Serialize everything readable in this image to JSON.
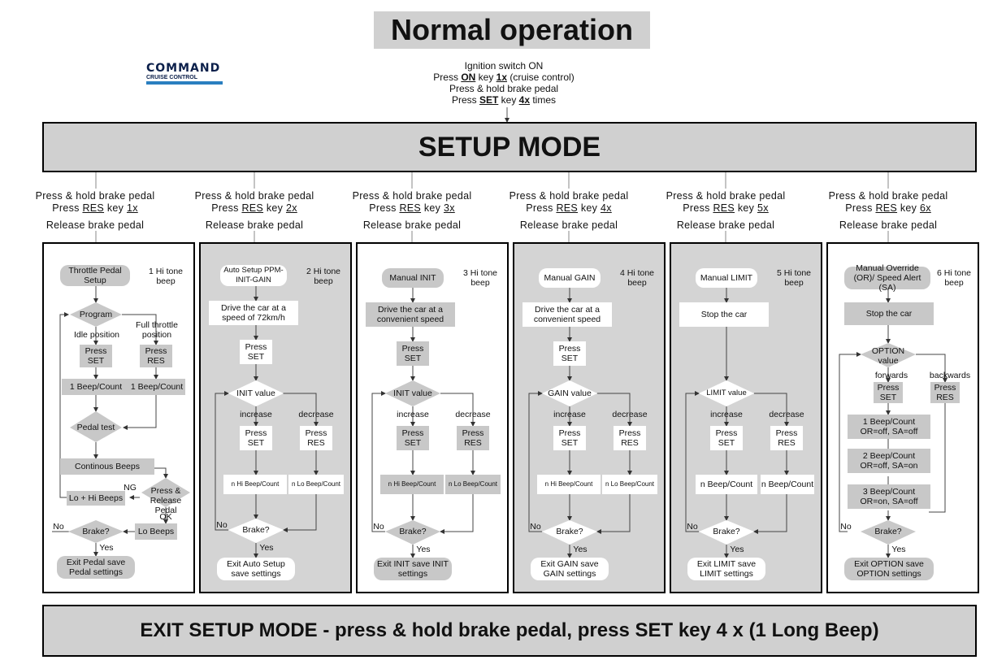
{
  "title": "Normal operation",
  "logo": {
    "line1": "COMMAND",
    "line2": "CRUISE CONTROL"
  },
  "intro": {
    "l1": "Ignition switch ON",
    "l2a": "Press ",
    "l2b": "ON",
    "l2c": " key ",
    "l2d": "1x",
    "l2e": " (cruise control)",
    "l3": "Press & hold brake pedal",
    "l4a": "Press ",
    "l4b": "SET",
    "l4c": " key ",
    "l4d": "4x",
    "l4e": " times"
  },
  "setup_title": "SETUP MODE",
  "columns": [
    {
      "h1": "Press & hold brake pedal",
      "h2a": "Press ",
      "h2b": "RES",
      "h2c": " key ",
      "h2d": "1x",
      "h3": "Release brake pedal"
    },
    {
      "h1": "Press & hold brake pedal",
      "h2a": "Press ",
      "h2b": "RES",
      "h2c": " key ",
      "h2d": "2x",
      "h3": "Release brake pedal"
    },
    {
      "h1": "Press & hold brake pedal",
      "h2a": "Press ",
      "h2b": "RES",
      "h2c": " key ",
      "h2d": "3x",
      "h3": "Release brake pedal"
    },
    {
      "h1": "Press & hold brake pedal",
      "h2a": "Press ",
      "h2b": "RES",
      "h2c": " key ",
      "h2d": "4x",
      "h3": "Release brake pedal"
    },
    {
      "h1": "Press & hold brake pedal",
      "h2a": "Press ",
      "h2b": "RES",
      "h2c": " key ",
      "h2d": "5x",
      "h3": "Release brake pedal"
    },
    {
      "h1": "Press & hold brake pedal",
      "h2a": "Press ",
      "h2b": "RES",
      "h2c": " key ",
      "h2d": "6x",
      "h3": "Release brake pedal"
    }
  ],
  "p1": {
    "start": "Throttle Pedal Setup",
    "beep": "1 Hi tone beep",
    "program": "Program",
    "idle": "Idle position",
    "full": "Full throttle position",
    "press_set": "Press SET",
    "press_res": "Press RES",
    "count1": "1 Beep/Count",
    "count2": "1 Beep/Count",
    "pedal_test": "Pedal test",
    "continous": "Continous Beeps",
    "press_release": "Press & Release Pedal",
    "ng": "NG",
    "ok": "OK",
    "lohi": "Lo + Hi Beeps",
    "lo": "Lo Beeps",
    "no": "No",
    "brake": "Brake?",
    "yes": "Yes",
    "exit": "Exit Pedal save Pedal settings"
  },
  "p2": {
    "start": "Auto Setup PPM-INIT-GAIN",
    "beep": "2 Hi tone beep",
    "drive": "Drive the car at a speed of 72km/h",
    "press_set": "Press SET",
    "value": "INIT value",
    "increase": "increase",
    "decrease": "decrease",
    "press_set2": "Press SET",
    "press_res2": "Press RES",
    "hi": "n Hi Beep/Count",
    "lo": "n Lo Beep/Count",
    "no": "No",
    "brake": "Brake?",
    "yes": "Yes",
    "exit": "Exit Auto Setup save settings"
  },
  "p3": {
    "start": "Manual INIT",
    "beep": "3 Hi tone beep",
    "drive": "Drive the car at a convenient speed",
    "press_set": "Press SET",
    "value": "INIT value",
    "increase": "increase",
    "decrease": "decrease",
    "press_set2": "Press SET",
    "press_res2": "Press RES",
    "hi": "n Hi Beep/Count",
    "lo": "n Lo Beep/Count",
    "no": "No",
    "brake": "Brake?",
    "yes": "Yes",
    "exit": "Exit INIT save INIT settings"
  },
  "p4": {
    "start": "Manual GAIN",
    "beep": "4 Hi tone beep",
    "drive": "Drive the car at a convenient speed",
    "press_set": "Press SET",
    "value": "GAIN value",
    "increase": "increase",
    "decrease": "decrease",
    "press_set2": "Press SET",
    "press_res2": "Press RES",
    "hi": "n Hi Beep/Count",
    "lo": "n Lo Beep/Count",
    "no": "No",
    "brake": "Brake?",
    "yes": "Yes",
    "exit": "Exit GAIN save GAIN settings"
  },
  "p5": {
    "start": "Manual LIMIT",
    "beep": "5 Hi tone beep",
    "drive": "Stop the car",
    "value": "LIMIT value",
    "increase": "increase",
    "decrease": "decrease",
    "press_set2": "Press SET",
    "press_res2": "Press RES",
    "hi": "n Beep/Count",
    "lo": "n Beep/Count",
    "no": "No",
    "brake": "Brake?",
    "yes": "Yes",
    "exit": "Exit LIMIT save LIMIT settings"
  },
  "p6": {
    "start": "Manual Override (OR)/ Speed Alert (SA)",
    "beep": "6 Hi tone beep",
    "drive": "Stop the car",
    "option": "OPTION value",
    "forwards": "forwards",
    "backwards": "backwards",
    "press_set": "Press SET",
    "press_res": "Press RES",
    "o1": "1 Beep/Count OR=off, SA=off",
    "o2": "2 Beep/Count OR=off, SA=on",
    "o3": "3 Beep/Count OR=on, SA=off",
    "no": "No",
    "brake": "Brake?",
    "yes": "Yes",
    "exit": "Exit OPTION save OPTION settings"
  },
  "exit_text": "EXIT SETUP MODE - press & hold brake pedal, press SET key 4 x (1 Long Beep)"
}
